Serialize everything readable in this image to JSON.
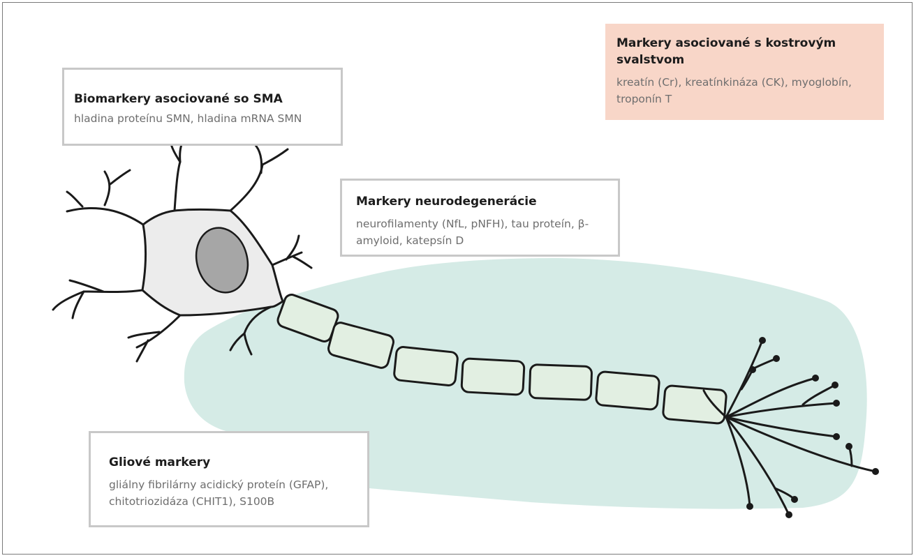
{
  "boxes": {
    "sma": {
      "title": "Biomarkery asociované so SMA",
      "text": "hladina proteínu SMN, hladina mRNA SMN"
    },
    "muscle": {
      "title": "Markery asociované s kostrovým svalstvom",
      "text": "kreatín (Cr), kreatínkináza (CK), myoglobín, troponín T"
    },
    "neuro": {
      "title": "Markery neurodegenerácie",
      "text": "neurofilamenty (NfL, pNFH), tau proteín, β-amyloid, katepsín D"
    },
    "glia": {
      "title": "Gliové markery",
      "text": "gliálny fibrilárny acidický proteín (GFAP), chitotriozidáza (CHIT1), S100B"
    }
  },
  "colors": {
    "glial_area": "#d5ebe6",
    "muscle_box": "#f8d6c8",
    "soma": "#ececec",
    "nucleus": "#a6a6a6",
    "myelin": "#e2efe2",
    "outline": "#1a1a1a"
  }
}
